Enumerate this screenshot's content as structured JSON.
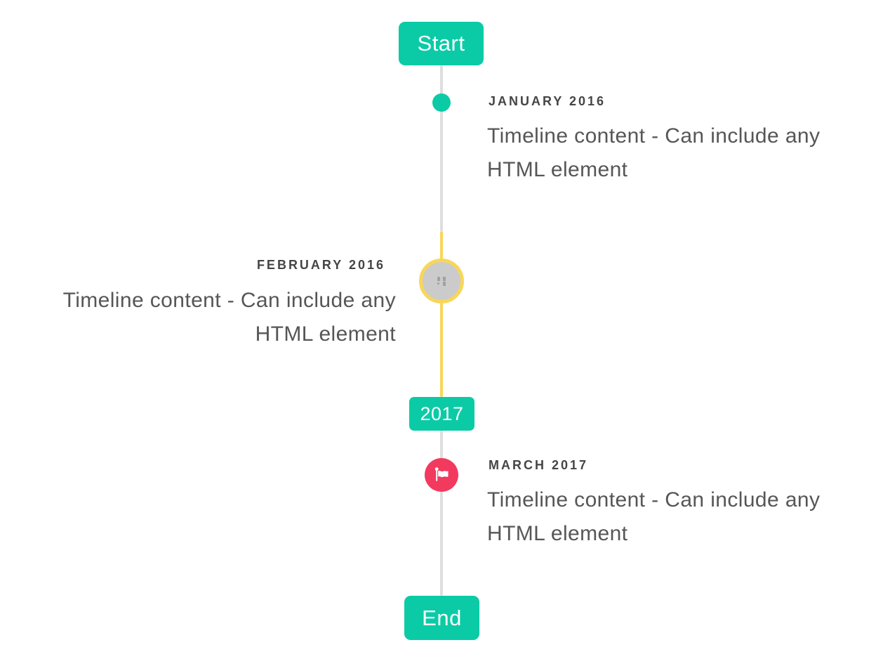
{
  "badges": {
    "start": "Start",
    "year": "2017",
    "end": "End"
  },
  "items": [
    {
      "label": "JANUARY 2016",
      "content": "Timeline content - Can include any HTML element",
      "side": "right",
      "marker": "teal-dot"
    },
    {
      "label": "FEBRUARY 2016",
      "content": "Timeline content - Can include any HTML element",
      "side": "left",
      "marker": "gray-circle-yellow-ring-broken-image"
    },
    {
      "label": "MARCH 2017",
      "content": "Timeline content - Can include any HTML element",
      "side": "right",
      "marker": "red-circle-flag"
    }
  ],
  "icons": {
    "flag": "flag-icon",
    "broken_image": "broken-image-icon"
  },
  "colors": {
    "accent_teal": "#0bcba6",
    "accent_yellow": "#f8d65a",
    "accent_red": "#f23a5e",
    "line_gray": "#dedede",
    "marker_gray_fill": "#cbcbcb",
    "label_text": "#454545",
    "content_text": "#565656",
    "badge_text": "#ffffff",
    "background": "#ffffff"
  }
}
